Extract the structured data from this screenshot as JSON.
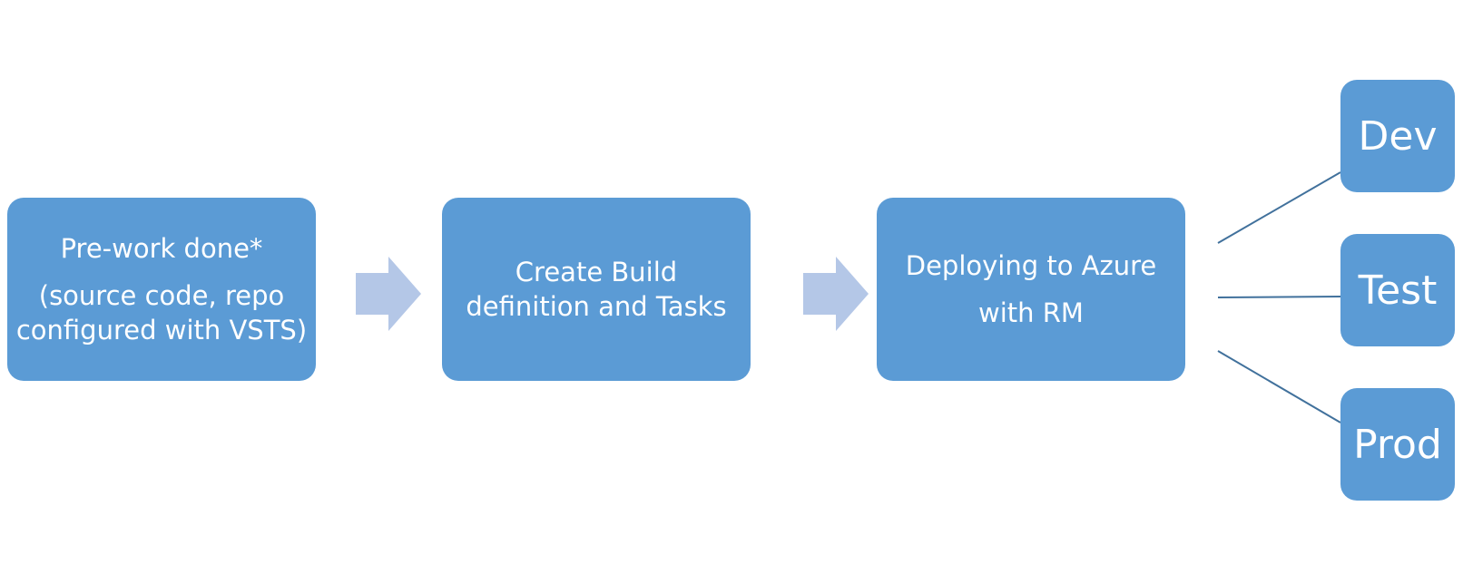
{
  "steps": {
    "prework": {
      "title": "Pre-work done*",
      "detail_line1": "(source code, repo",
      "detail_line2": "configured with VSTS)"
    },
    "build": {
      "line1": "Create Build",
      "line2": "definition and Tasks"
    },
    "deploy": {
      "line1": "Deploying to Azure",
      "line2": "with RM"
    }
  },
  "environments": {
    "dev": "Dev",
    "test": "Test",
    "prod": "Prod"
  },
  "colors": {
    "box_fill": "#5b9bd5",
    "arrow_fill": "#b4c7e7",
    "connector_stroke": "#41719c",
    "text": "#ffffff"
  }
}
